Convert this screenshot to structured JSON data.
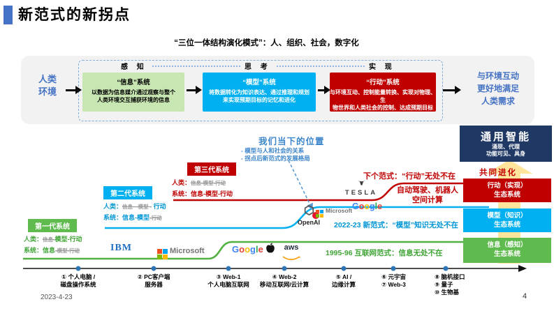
{
  "slide": {
    "title": "新范式的新拐点",
    "subtitle": "“三位一体结构演化模式”：人、组织、社会，数字化",
    "date": "2023-4-23",
    "page_number": "4"
  },
  "colors": {
    "accent_blue": "#4472C4",
    "cyan": "#00B0F0",
    "red": "#C00000",
    "green": "#5FBB4E",
    "navy": "#1F3864",
    "yellow_arrow": "#FFE49C"
  },
  "icons": {
    "arrow_right": "black-right-arrow",
    "openai": "hexagon-knot",
    "apple": "apple-silhouette",
    "tesla_mark": "tesla-t",
    "microsoft": "four-color-squares",
    "aws_smile": "orange-smile"
  },
  "flow": {
    "input": {
      "line1": "人类",
      "line2": "环境"
    },
    "stage_labels": [
      "感 知",
      "思 考",
      "实 现"
    ],
    "boxes": [
      {
        "title": "“信息”系统",
        "line1": "以数据为信息媒介通过观察与整个",
        "line2": "人类环境交互捕获环境的信息"
      },
      {
        "title": "“模型”系统",
        "line1": "将数据转化为知识表达、通过推理和规划",
        "line2": "来实现预期目标的记忆和进化"
      },
      {
        "title": "“行动”系统",
        "line1": "与环境互动、控制能量转换、实现对物理、生",
        "line2": "物世界和人类社会的控制、达成预期目标"
      }
    ],
    "output": {
      "line1": "与环境互动",
      "line2": "更好地满足",
      "line3": "人类需求"
    }
  },
  "position_note": {
    "title": "我们当下的位置",
    "bullet1": "- 模型与人和社会的关系",
    "bullet2": "- 拐点后新范式的发展格局"
  },
  "generations": [
    {
      "name": "第一代系统",
      "human_label": "人类：",
      "human_struck": "信息-",
      "human_bold": "模型-行动",
      "system_label": "系统：",
      "system_bold": "信息",
      "system_struck": "-模型-行动"
    },
    {
      "name": "第二代系统",
      "human_label": "人类：",
      "human_struck": "信息—模型 -",
      "human_bold": " 行动",
      "system_label": "系统：",
      "system_bold": "信息-模型",
      "system_struck": "-行动"
    },
    {
      "name": "第三代系统",
      "human_label": "人类：",
      "human_struck": "信息-模型-行动",
      "human_bold": "",
      "system_label": "系统：",
      "system_bold": "信息-模型-行动",
      "system_struck": ""
    }
  ],
  "paradigms": {
    "next_title": "下个范式：“行动”无处不在",
    "next_line1": "自动驾驶、机器人",
    "next_line2": "空间计算",
    "model_title": "2022-23 新范式：“模型”知识无处不在",
    "internet_title": "1995-96 互联网范式：信息无处不在"
  },
  "right_panel": {
    "agi": {
      "title": "通用智能",
      "line1": "涌现、代理",
      "line2": "功能可见、具身"
    },
    "coevolution": "共同进化",
    "ecosystems": [
      {
        "line1": "行动（实现）",
        "line2": "生态系统"
      },
      {
        "line1": "模型（知识）",
        "line2": "生态系统"
      },
      {
        "line1": "信息（感知）",
        "line2": "生态系统"
      }
    ]
  },
  "logos": {
    "ibm": "IBM",
    "microsoft": "Microsoft",
    "google_letters": [
      "G",
      "o",
      "o",
      "g",
      "l",
      "e"
    ],
    "aws": "aws",
    "openai": "OpenAI",
    "tesla": "TESLA"
  },
  "timeline": {
    "items": [
      {
        "line1": "① 个人电脑 /",
        "line2": "磁盘操作系统"
      },
      {
        "line1": "② PC客户端",
        "line2": "服务器"
      },
      {
        "line1": "③ Web-1",
        "line2": "个人电脑互联网"
      },
      {
        "line1": "④ Web-2",
        "line2": "移动互联网/云计算"
      },
      {
        "line1": "⑤ AI /",
        "line2": "边缘计算"
      },
      {
        "line1": "⑥ 元宇宙",
        "line2": "⑦ Web-3"
      },
      {
        "line1": "⑧ 脑机接口",
        "line2": "⑨ 量子",
        "line3": "⑩ 生物基"
      }
    ]
  }
}
